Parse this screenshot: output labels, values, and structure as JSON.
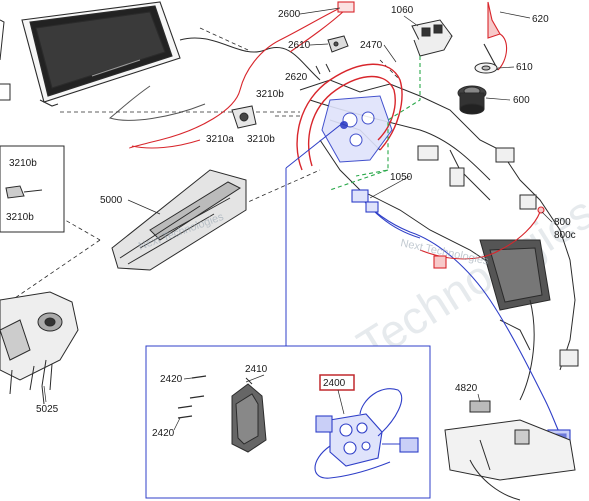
{
  "parts": [
    {
      "id": "p2600",
      "text": "2600"
    },
    {
      "id": "p1060",
      "text": "1060"
    },
    {
      "id": "p620",
      "text": "620"
    },
    {
      "id": "p2610",
      "text": "2610"
    },
    {
      "id": "p2470",
      "text": "2470"
    },
    {
      "id": "p610",
      "text": "610"
    },
    {
      "id": "p2620",
      "text": "2620"
    },
    {
      "id": "p3210b_top",
      "text": "3210b"
    },
    {
      "id": "p600",
      "text": "600"
    },
    {
      "id": "p3210a",
      "text": "3210a"
    },
    {
      "id": "p3210b_mid",
      "text": "3210b"
    },
    {
      "id": "p3210b_inset1",
      "text": "3210b"
    },
    {
      "id": "p3210b_inset2",
      "text": "3210b"
    },
    {
      "id": "p1050",
      "text": "1050"
    },
    {
      "id": "p5000",
      "text": "5000"
    },
    {
      "id": "p800",
      "text": "800"
    },
    {
      "id": "p800c",
      "text": "800c"
    },
    {
      "id": "p2410",
      "text": "2410"
    },
    {
      "id": "p2420_a",
      "text": "2420"
    },
    {
      "id": "p2420_b",
      "text": "2420"
    },
    {
      "id": "p2400",
      "text": "2400"
    },
    {
      "id": "p4820",
      "text": "4820"
    },
    {
      "id": "p5025",
      "text": "5025"
    }
  ],
  "watermarks": {
    "small": "Next Technologies",
    "large": "Next Technologies"
  },
  "colors": {
    "line": "#2b2b2b",
    "red_harness": "#d8262c",
    "blue_harness": "#2f3fc8",
    "green_dashed": "#2aa84a",
    "highlight_box": "#c0282d"
  }
}
